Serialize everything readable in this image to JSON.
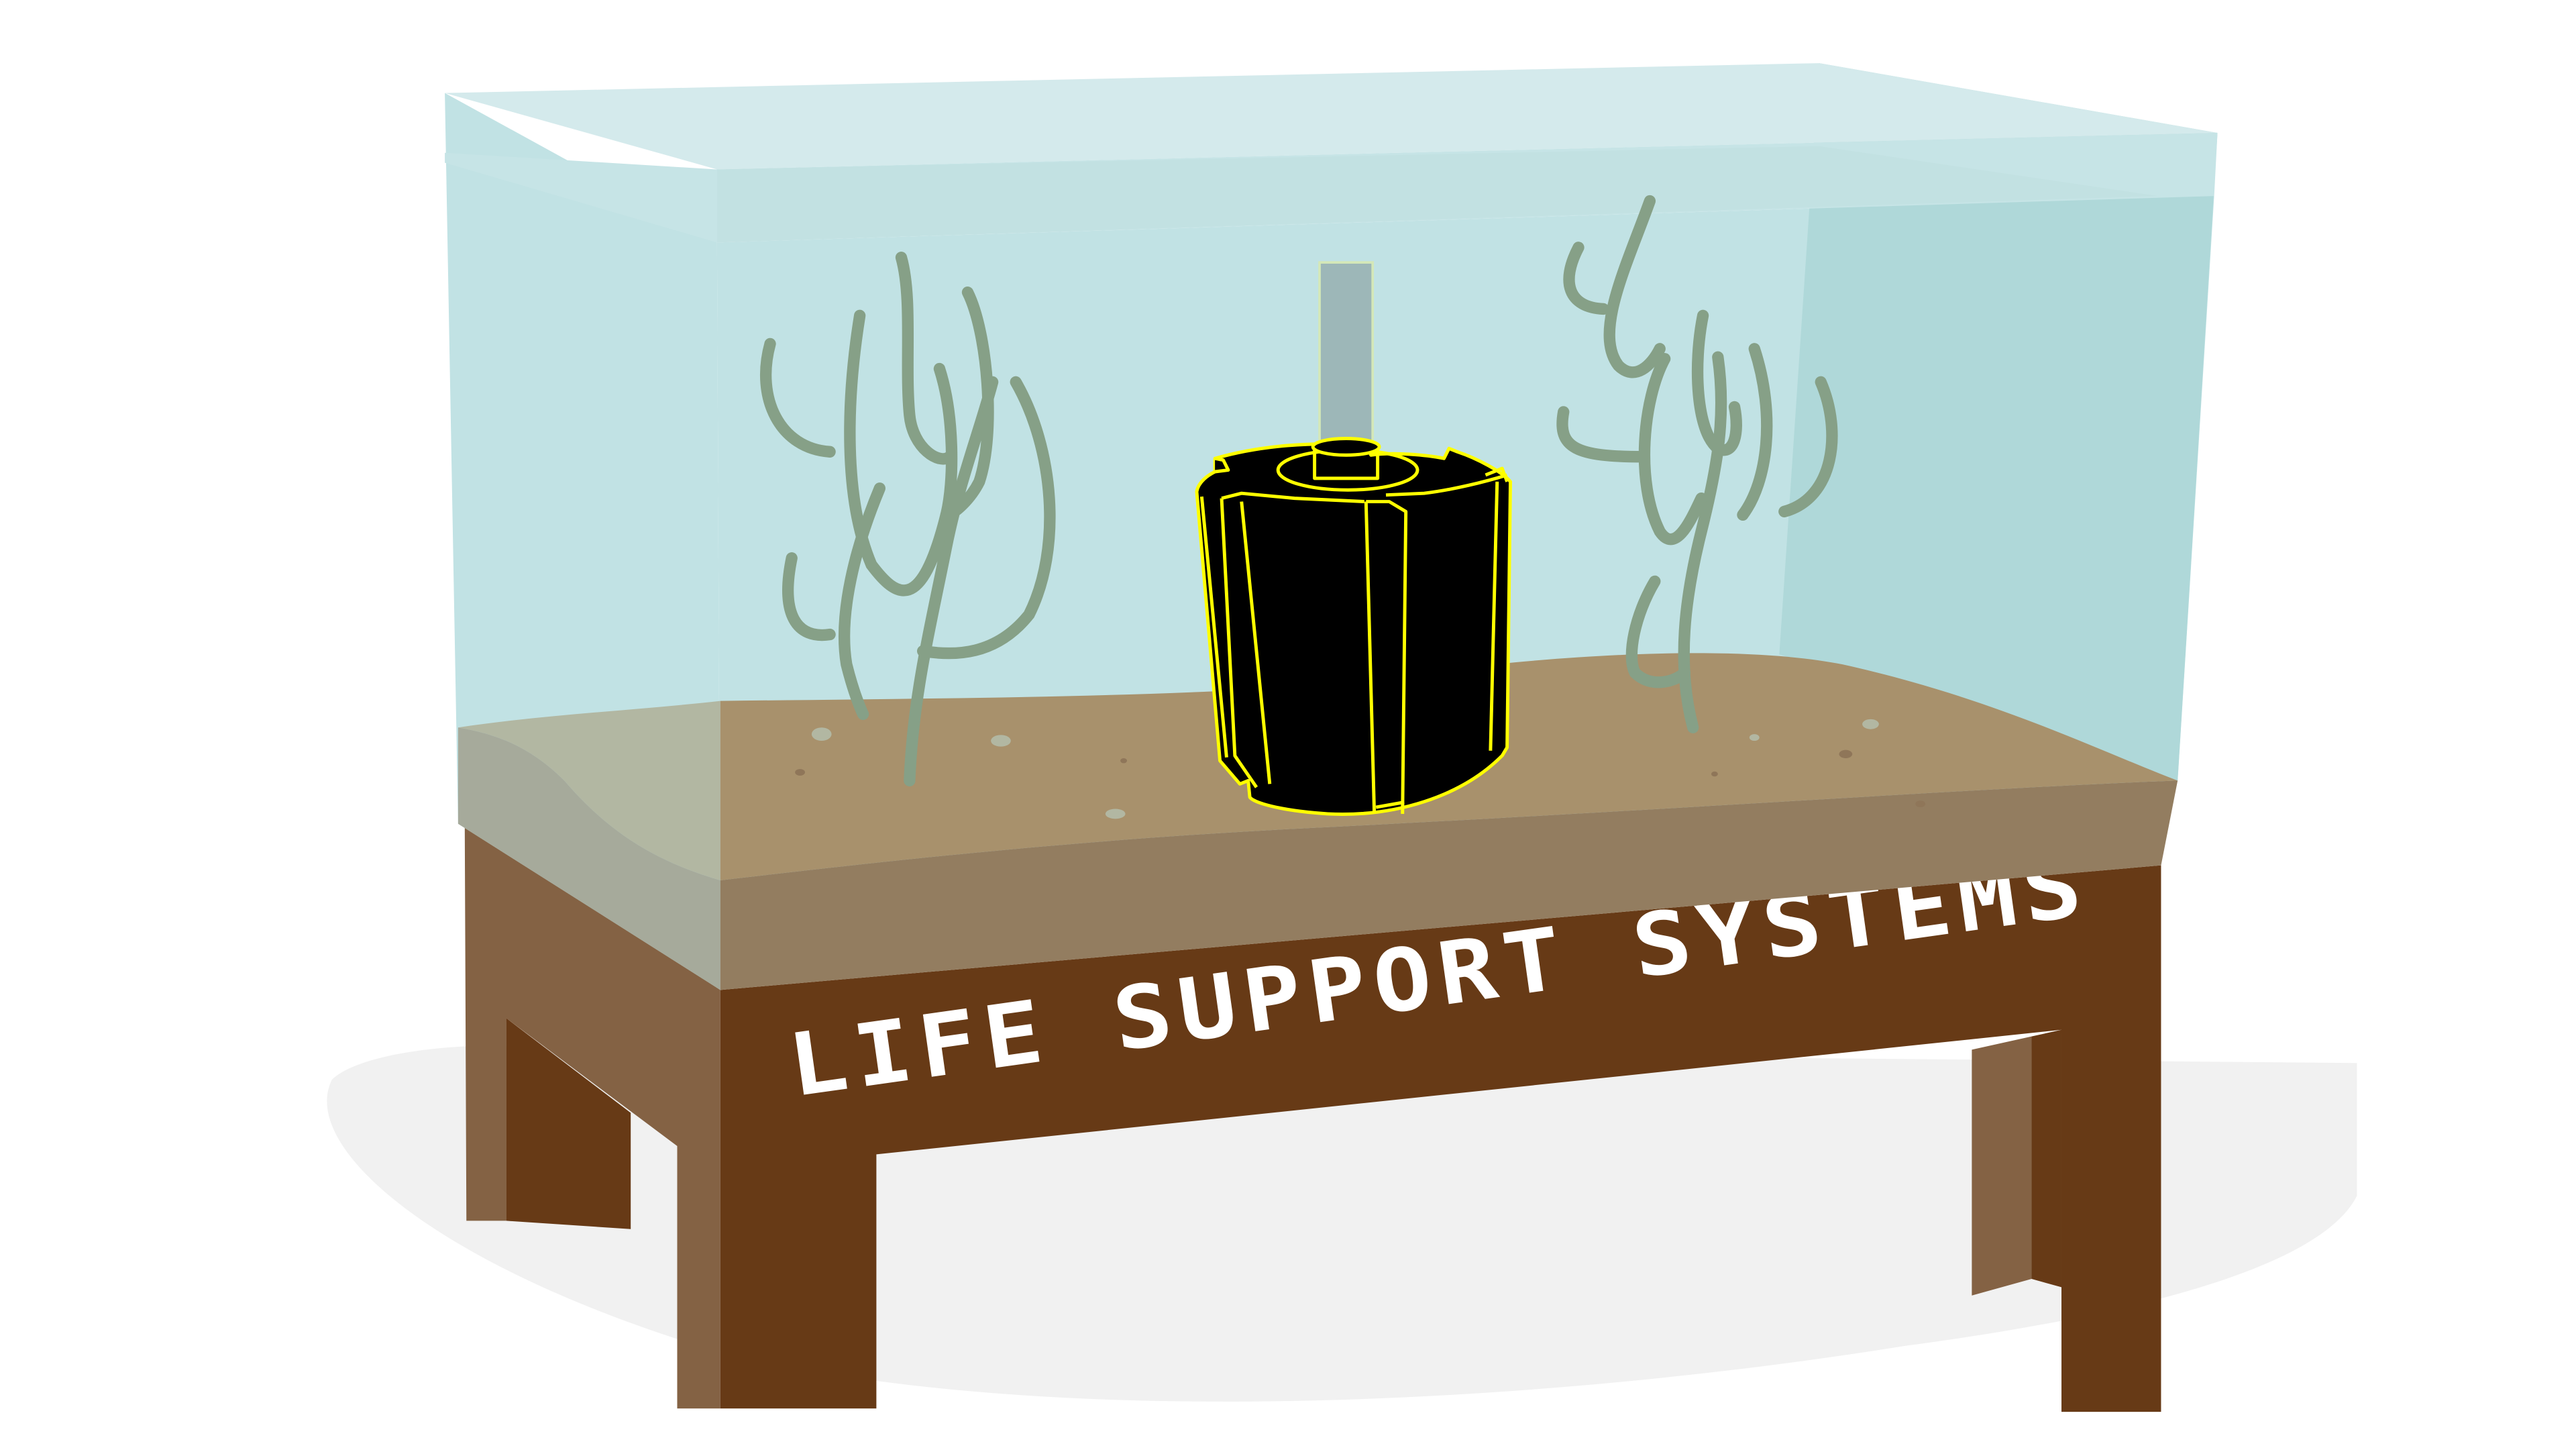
{
  "illustration": {
    "title": "Life support systems aquarium illustration",
    "sign_text": "LIFE SUPPORT SYSTEMS",
    "objects": [
      "aquarium-tank",
      "sponge-filter",
      "air-tube",
      "aquatic-plant-left",
      "aquatic-plant-right",
      "sand-substrate",
      "wooden-stand",
      "floor-shadow"
    ]
  },
  "colors": {
    "background": "#ffffff",
    "floor_shadow": "#f1f1f1",
    "water_front": "#c1e2e4",
    "water_side": "#add7d7",
    "glass_top": "#d4eaec",
    "sand_top": "#a8916c",
    "sand_front": "#937d60",
    "sand_side_top": "#b2b7a2",
    "sand_side": "#a6aa9b",
    "plant": "#86a087",
    "filter_body": "#000000",
    "filter_outline": "#ffff00",
    "air_tube": "#9db7b8",
    "stand_front": "#673a16",
    "stand_side": "#846244",
    "sign_text": "#ffffff"
  }
}
